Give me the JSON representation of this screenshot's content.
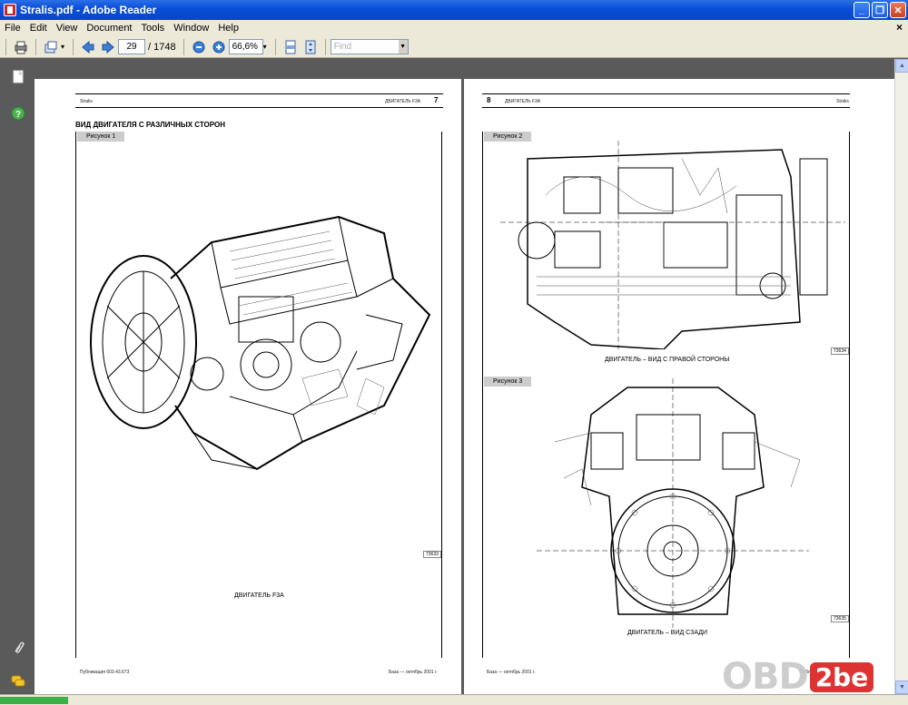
{
  "window": {
    "title": "Stralis.pdf - Adobe Reader",
    "min_label": "_",
    "max_label": "❐",
    "close_label": "✕"
  },
  "menu": {
    "items": [
      "File",
      "Edit",
      "View",
      "Document",
      "Tools",
      "Window",
      "Help"
    ],
    "doc_close": "×"
  },
  "toolbar": {
    "page_current": "29",
    "page_total": "/ 1748",
    "zoom": "66,6%",
    "find_placeholder": "Find"
  },
  "left_page": {
    "header_left": "Stralis",
    "header_center": "ДВИГАТЕЛЬ F3A",
    "page_number": "7",
    "section_title": "ВИД ДВИГАТЕЛЯ С РАЗЛИЧНЫХ СТОРОН",
    "figure_label": "Рисунок 1",
    "figure_number": "73633",
    "caption": "ДВИГАТЕЛЬ F3A",
    "footer_left": "Публикация 603.43.673",
    "footer_right": "База — октябрь 2001 г."
  },
  "right_page": {
    "page_number": "8",
    "header_center": "ДВИГАТЕЛЬ F3A",
    "header_right": "Stralis",
    "figure2_label": "Рисунок 2",
    "figure2_number": "73634",
    "caption2": "ДВИГАТЕЛЬ – ВИД С ПРАВОЙ СТОРОНЫ",
    "figure3_label": "Рисунок 3",
    "figure3_number": "73635",
    "caption3": "ДВИГАТЕЛЬ – ВИД СЗАДИ",
    "footer_left": "База — октябрь 2001 г.",
    "footer_right": "Публикация 603.43.673"
  },
  "watermark": {
    "text_a": "OBD",
    "text_b": "2be"
  },
  "colors": {
    "titlebar": "#0a4fd8",
    "chrome": "#ece9d8",
    "workspace": "#5a5a5a"
  }
}
